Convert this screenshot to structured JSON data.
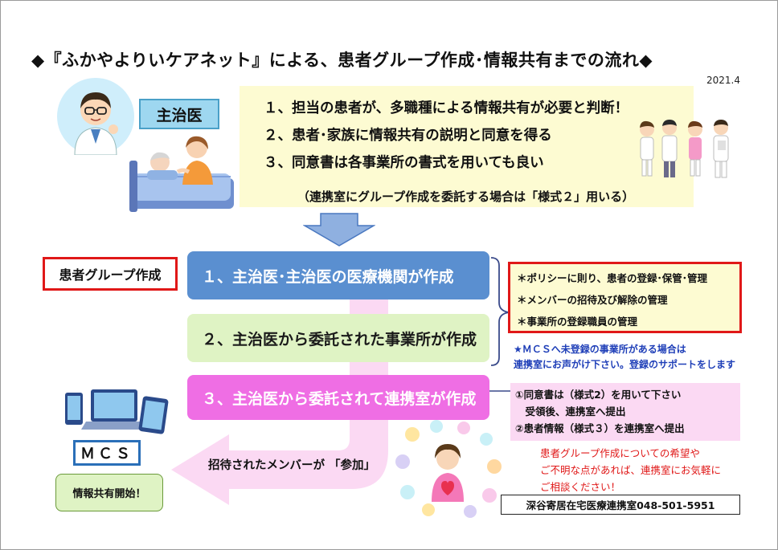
{
  "title": "◆『ふかやよりいケアネット』による、患者グループ作成･情報共有までの流れ◆",
  "date": "2021.4",
  "doctor": {
    "label": "主治医"
  },
  "steps": [
    "１、担当の患者が、多職種による情報共有が必要と判断！",
    "２、患者･家族に情報共有の説明と同意を得る",
    "３、同意書は各事業所の書式を用いても良い"
  ],
  "steps_note": "（連携室にグループ作成を委託する場合は「様式２」用いる）",
  "patient_group_label": "患者グループ作成",
  "creators": [
    "１、主治医･主治医の医療機関が作成",
    "２、主治医から委託された事業所が作成",
    "３、主治医から委託されて連携室が作成"
  ],
  "duties": [
    "＊ポリシーに則り、患者の登録･保管･管理",
    "＊メンバーの招待及び解除の管理",
    "＊事業所の登録職員の管理"
  ],
  "mcs_note": [
    "★ＭＣＳへ未登録の事業所がある場合は",
    "連携室にお声がけ下さい。登録のサポートをします"
  ],
  "consent_steps": [
    "①同意書は（様式2）を用いて下さい",
    "　受領後、連携室へ提出",
    "②患者情報（様式３）を連携室へ提出"
  ],
  "contact_note": [
    "患者グループ作成についての希望や",
    "ご不明な点があれば、連携室にお気軽に",
    "ご相談ください！"
  ],
  "contact": "深谷寄居在宅医療連携室048-501-5951",
  "mcs_label": "ＭＣＳ",
  "start_label": "情報共有開始！",
  "join_label": "招待されたメンバーが 「参加」",
  "colors": {
    "blue_box": "#5a8fd0",
    "green_box": "#dff3c4",
    "pink_box": "#ef6ee4",
    "red_border": "#e01818",
    "yellow_bg": "#fdfbd2",
    "note_blue": "#1f3fb8"
  }
}
